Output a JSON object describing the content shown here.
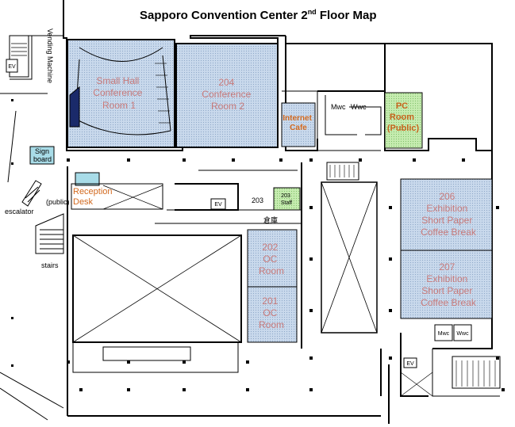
{
  "title": {
    "main": "Sapporo Convention Center 2",
    "sup": "nd",
    "rest": " Floor Map"
  },
  "rooms": {
    "small_hall": [
      "Small Hall",
      "Conference",
      "Room 1"
    ],
    "room_204": [
      "204",
      "Conference",
      "Room 2"
    ],
    "internet_cafe": [
      "Internet",
      "Cafe"
    ],
    "pc_room": [
      "PC",
      "Room",
      "(Public)"
    ],
    "room_206": [
      "206",
      "Exhibition",
      "Short Paper",
      "Coffee Break"
    ],
    "room_207": [
      "207",
      "Exhibition",
      "Short Paper",
      "Coffee Break"
    ],
    "room_202": [
      "202",
      "OC",
      "Room"
    ],
    "room_201": [
      "201",
      "OC",
      "Room"
    ],
    "room_203": "203",
    "reception": [
      "Reception",
      "Desk"
    ],
    "small_green": [
      "203",
      "Staff"
    ]
  },
  "labels": {
    "vending": "Vending Machine",
    "sign_board": [
      "Sign",
      "board"
    ],
    "escalator": "escalator",
    "public": "(public)",
    "stairs": "stairs",
    "ev": "EV",
    "mwc": "Mwc",
    "wwc": "Wwc",
    "storage": "倉庫"
  },
  "colors": {
    "room_fill": "#c9d9ec",
    "pc_fill": "#c6ecb0",
    "label_red": "#c87a7a",
    "label_orange": "#d2691e"
  }
}
